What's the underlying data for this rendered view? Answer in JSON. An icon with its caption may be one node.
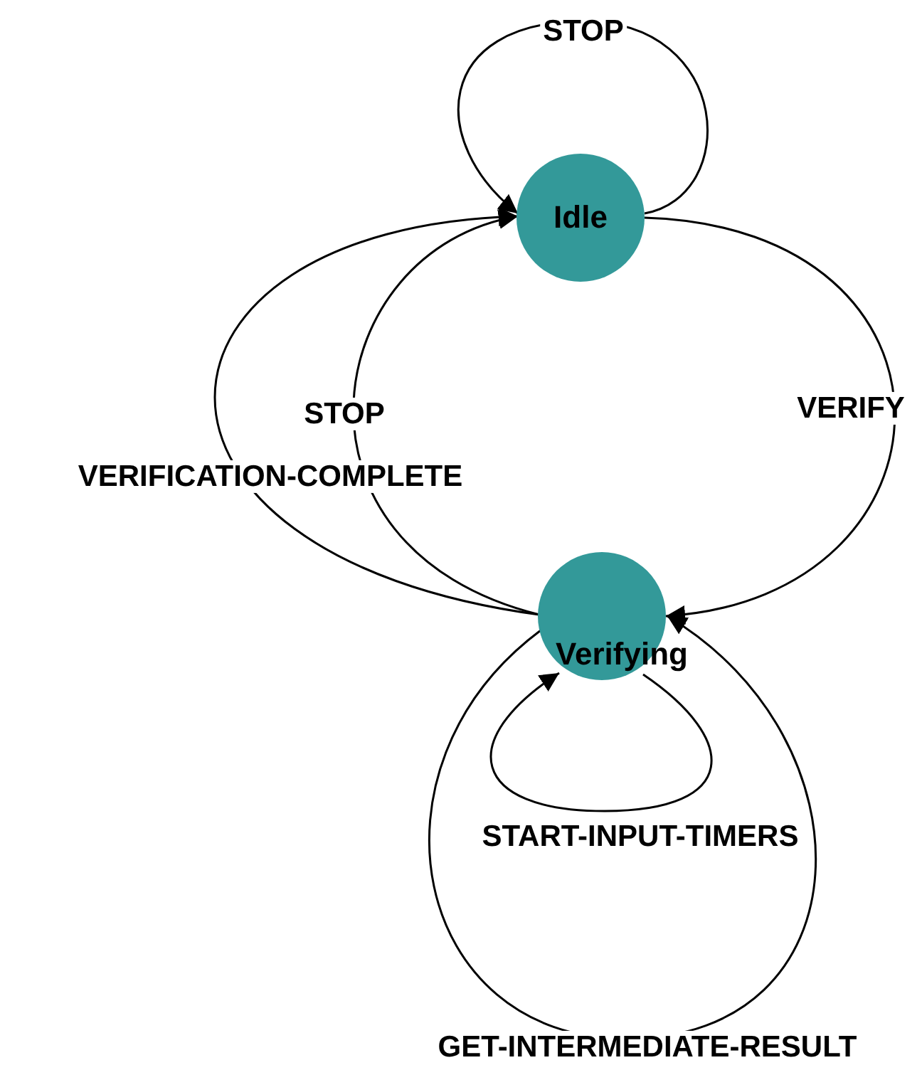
{
  "diagram": {
    "nodes": [
      {
        "text": [
          "Idle"
        ]
      },
      {
        "text": [
          "Verifying"
        ]
      }
    ],
    "edges": [
      {
        "from": 0,
        "to": 0,
        "label": "STOP",
        "arrow": "to"
      },
      {
        "from": 0,
        "to": 1,
        "label": "VERIFY",
        "arrow": "to"
      },
      {
        "from": 1,
        "to": 0,
        "label": "STOP",
        "arrow": "to"
      },
      {
        "from": 1,
        "to": 0,
        "label": "VERIFICATION-COMPLETE",
        "arrow": "to"
      },
      {
        "from": 1,
        "to": 1,
        "label": "START-INPUT-TIMERS",
        "arrow": "to"
      },
      {
        "from": 1,
        "to": 1,
        "label": "GET-INTERMEDIATE-RESULT",
        "arrow": "to"
      }
    ]
  }
}
